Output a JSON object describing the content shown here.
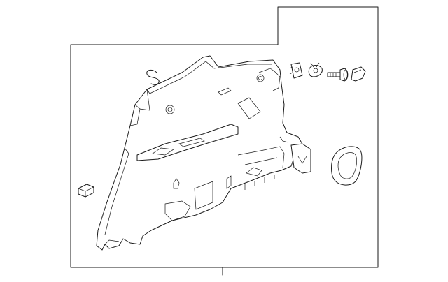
{
  "diagram": {
    "callouts": [],
    "parts": [
      "quarter-trim-panel",
      "retainer-clip",
      "push-pin-clip",
      "clip-nut",
      "screw",
      "trim-cap",
      "bezel-ring",
      "hook-clip",
      "bumper-pad"
    ],
    "colors": {
      "line": "#1a1a1a",
      "background": "#ffffff"
    }
  }
}
